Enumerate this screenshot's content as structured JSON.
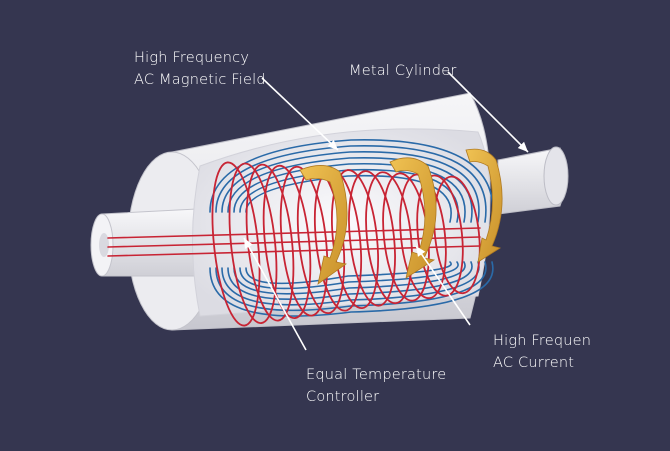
{
  "labels": {
    "magnetic_field": {
      "line1": "High Frequency",
      "line2": "AC Magnetic Field"
    },
    "metal_cylinder": {
      "line1": "Metal Cylinder"
    },
    "ac_current": {
      "line1": "High Frequen",
      "line2": "AC Current"
    },
    "temperature_controller": {
      "line1": "Equal Temperature",
      "line2": "Controller"
    }
  },
  "colors": {
    "background": "#353650",
    "cylinder_body": "#e6e6ea",
    "inner_shell": "#f1f1f4",
    "coil": "#c82434",
    "field_lines": "#2a6aa8",
    "current_arrows": "#e2ab34",
    "annotation": "#ffffff"
  }
}
